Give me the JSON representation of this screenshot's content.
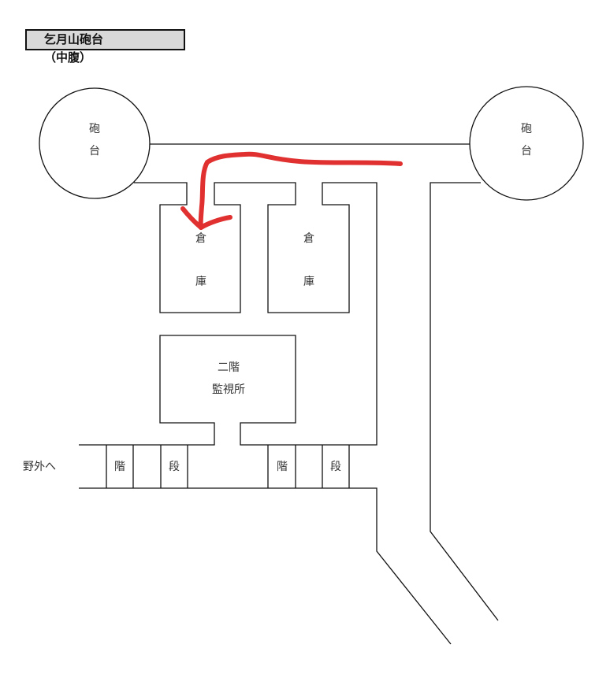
{
  "title": {
    "name": "乞月山砲台",
    "section": "（中腹）"
  },
  "labels": {
    "battery_left": [
      "砲",
      "台"
    ],
    "battery_right": [
      "砲",
      "台"
    ],
    "storehouse_left": [
      "倉",
      "庫"
    ],
    "storehouse_right": [
      "倉",
      "庫"
    ],
    "watch_post": [
      "二階",
      "監視所"
    ],
    "stairs_left": [
      "階",
      "段"
    ],
    "stairs_right": [
      "階",
      "段"
    ],
    "exit": "野外へ"
  },
  "colors": {
    "annotation": "#e0302f",
    "wall": "#111111"
  }
}
